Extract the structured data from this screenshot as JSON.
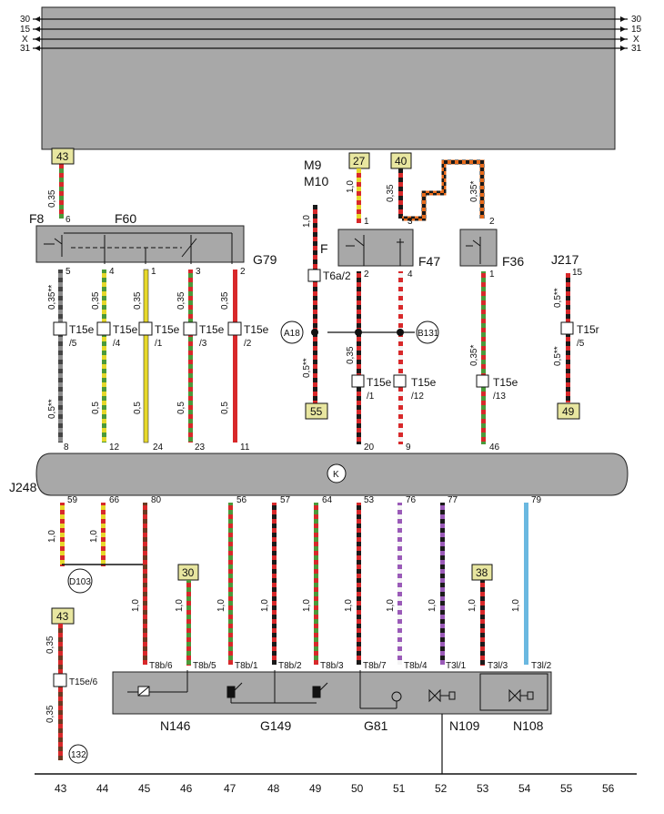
{
  "rails": [
    {
      "left": "30",
      "right": "30"
    },
    {
      "left": "15",
      "right": "15"
    },
    {
      "left": "X",
      "right": "X"
    },
    {
      "left": "31",
      "right": "31"
    }
  ],
  "ground_ids": [
    "43",
    "44",
    "45",
    "46",
    "47",
    "48",
    "49",
    "50",
    "51",
    "52",
    "53",
    "54",
    "55",
    "56"
  ],
  "boxed_refs": {
    "ref_43_top": "43",
    "ref_27": "27",
    "ref_40": "40",
    "ref_55": "55",
    "ref_49": "49",
    "ref_30": "30",
    "ref_38": "38",
    "ref_43_bottom": "43"
  },
  "circle_refs": {
    "a18": "A18",
    "b131": "B131",
    "d103": "D103",
    "c132": "132",
    "k": "K"
  },
  "component_labels": {
    "f8": "F8",
    "f60": "F60",
    "g79": "G79",
    "m9": "M9",
    "m10": "M10",
    "f": "F",
    "f47": "F47",
    "f36": "F36",
    "j217": "J217",
    "j248": "J248",
    "n146": "N146",
    "g149": "G149",
    "g81": "G81",
    "n109": "N109",
    "n108": "N108"
  },
  "connector_labels": {
    "t15e_5": "T15e",
    "t15e_5s": "/5",
    "t15e_4": "T15e",
    "t15e_4s": "/4",
    "t15e_1": "T15e",
    "t15e_1s": "/1",
    "t15e_3": "T15e",
    "t15e_3s": "/3",
    "t15e_2": "T15e",
    "t15e_2s": "/2",
    "t6a": "T6a/2",
    "t15e_b1": "T15e",
    "t15e_b1s": "/1",
    "t15e_12": "T15e",
    "t15e_12s": "/12",
    "t15e_13": "T15e",
    "t15e_13s": "/13",
    "t15r": "T15r",
    "t15rs": "/5",
    "t15e_6": "T15e/6",
    "t8b6": "T8b/6",
    "t8b5": "T8b/5",
    "t8b1": "T8b/1",
    "t8b2": "T8b/2",
    "t8b3": "T8b/3",
    "t8b7": "T8b/7",
    "t8b4": "T8b/4",
    "t3l1": "T3l/1",
    "t3l3": "T3l/3",
    "t3l2": "T3l/2"
  },
  "pin_numbers": {
    "p6": "6",
    "p5": "5",
    "p4": "4",
    "p1": "1",
    "p3": "3",
    "p2": "2",
    "pf1": "1",
    "pf2": "2",
    "pf47_3": "3",
    "pf47_4": "4",
    "pf36_2": "2",
    "pf36_1": "1",
    "pj15": "15",
    "u8": "8",
    "u12": "12",
    "u24": "24",
    "u23": "23",
    "u11": "11",
    "u20": "20",
    "u9": "9",
    "u46": "46",
    "l59": "59",
    "l66": "66",
    "l80": "80",
    "l56": "56",
    "l57": "57",
    "l64": "64",
    "l53": "53",
    "l76": "76",
    "l77": "77",
    "l79": "79"
  },
  "wire_sizes": {
    "w1": "0,35",
    "w2": "0,35**",
    "w3": "0,35",
    "w4": "0,35",
    "w5": "0,35",
    "w6": "0,35",
    "w7": "0,5**",
    "w8": "0,5",
    "w9": "0,5",
    "w10": "0,5",
    "w11": "0,5",
    "w12": "1,0",
    "w13": "1,0",
    "w14": "0,35",
    "w15": "0,35*",
    "w16": "0,5**",
    "w17": "0,35",
    "w18": "0,35*",
    "w19": "0,5**",
    "w20": "0,5**",
    "w21": "1,0",
    "w22": "1,0",
    "w23": "1,0",
    "w24": "1,0",
    "w25": "1,0",
    "w26": "1,0",
    "w27": "1,0",
    "w28": "1,0",
    "w29": "1,0",
    "w30": "1,0",
    "w31": "1,0",
    "w32": "1,0",
    "w33": "0,35",
    "w34": "0,35"
  },
  "colors": {
    "red": "#d8282a",
    "black": "#1a1a1a",
    "yellow": "#e6d82a",
    "green": "#4a9a3a",
    "grey": "#7a7a7a",
    "brown": "#6b3a22",
    "violet": "#9a5ab8",
    "white": "#f4f4f4",
    "blue": "#6ab8e0",
    "panel": "#a8a8a8"
  }
}
